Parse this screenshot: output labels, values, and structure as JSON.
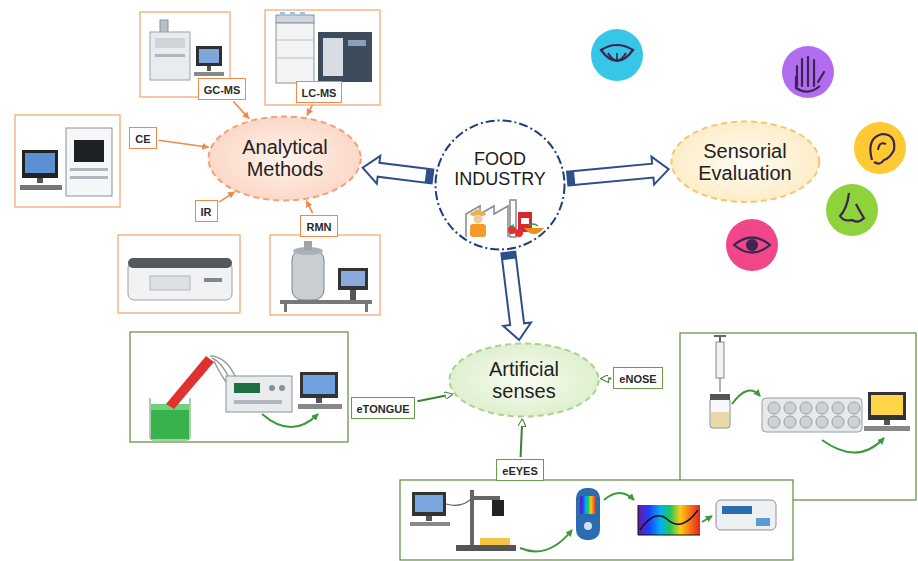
{
  "diagram": {
    "nodes": [
      {
        "text": [
          "Analytical Methods"
        ]
      },
      {
        "text": [
          "GC-MS"
        ]
      },
      {
        "text": [
          "LC-MS"
        ]
      },
      {
        "text": [
          "CE"
        ]
      },
      {
        "text": [
          "IR"
        ]
      },
      {
        "text": [
          "RMN"
        ]
      },
      {
        "text": [
          "FOOD INDUSTRY"
        ]
      },
      {
        "text": [
          "Sensorial Evaluation"
        ]
      },
      {
        "text": [
          "Artificial senses"
        ]
      },
      {
        "text": [
          "eTONGUE"
        ]
      },
      {
        "text": [
          "eNOSE"
        ]
      },
      {
        "text": [
          "eEYES"
        ]
      }
    ],
    "edges": [
      {
        "from": 6,
        "to": 0,
        "arrow": "to"
      },
      {
        "from": 6,
        "to": 7,
        "arrow": "to"
      },
      {
        "from": 6,
        "to": 8,
        "arrow": "to"
      },
      {
        "from": 1,
        "to": 0,
        "arrow": "to"
      },
      {
        "from": 2,
        "to": 0,
        "arrow": "to"
      },
      {
        "from": 3,
        "to": 0,
        "arrow": "to"
      },
      {
        "from": 4,
        "to": 0,
        "arrow": "to"
      },
      {
        "from": 5,
        "to": 0,
        "arrow": "to"
      },
      {
        "from": 9,
        "to": 8,
        "arrow": "to"
      },
      {
        "from": 10,
        "to": 8,
        "arrow": "to"
      },
      {
        "from": 11,
        "to": 8,
        "arrow": "to"
      }
    ]
  }
}
